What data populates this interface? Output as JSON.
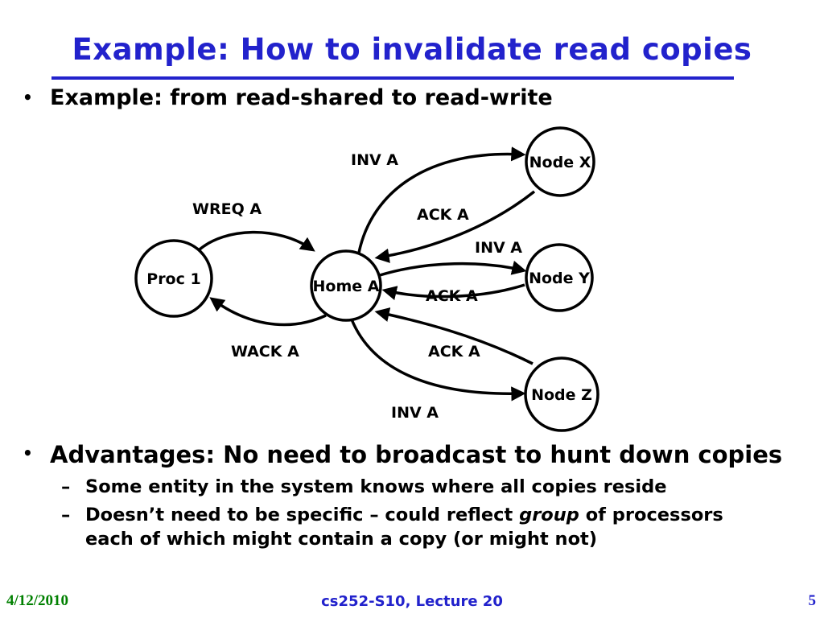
{
  "title": "Example: How to invalidate read copies",
  "bullets": {
    "marker": "•",
    "sub_marker": "–",
    "b1": "Example: from read-shared to read-write",
    "b2": "Advantages: No need to broadcast to hunt down copies",
    "sub1": "Some entity in the system knows where all copies reside",
    "sub2_pre": "Doesn’t need to be specific – could reflect ",
    "sub2_italic": "group",
    "sub2_post": " of processors each of which might contain a copy (or might not)"
  },
  "diagram": {
    "nodes": {
      "proc1": "Proc 1",
      "homeA": "Home A",
      "nodeX": "Node X",
      "nodeY": "Node Y",
      "nodeZ": "Node Z"
    },
    "edges": {
      "wreq": "WREQ A",
      "wack": "WACK A",
      "invX": "INV A",
      "ackX": "ACK A",
      "invY": "INV A",
      "ackY": "ACK A",
      "ackZ": "ACK A",
      "invZ": "INV A"
    }
  },
  "footer": {
    "date": "4/12/2010",
    "course": "cs252-S10, Lecture 20",
    "page": "5"
  },
  "colors": {
    "title_blue": "#2222CC",
    "footer_green": "#008000",
    "diagram_ink": "#000000"
  }
}
